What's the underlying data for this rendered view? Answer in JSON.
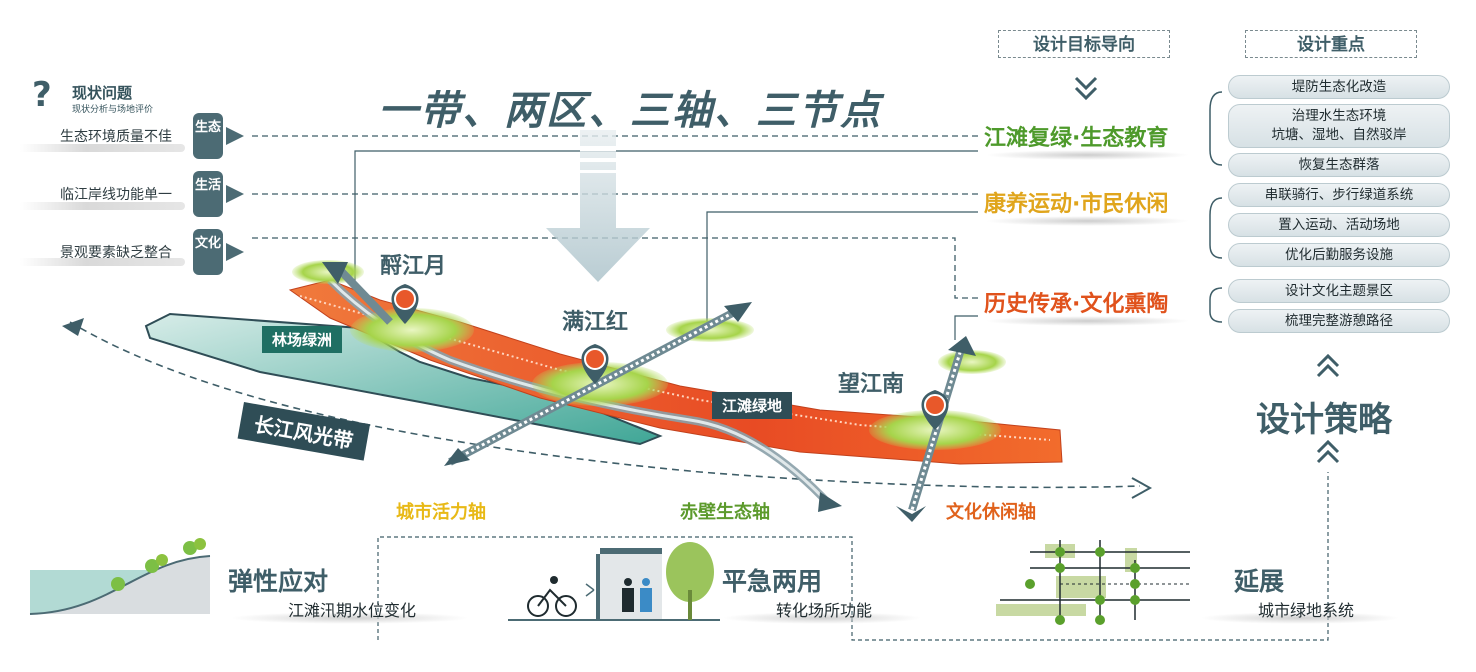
{
  "issues": {
    "title": "现状问题",
    "subtitle": "现状分析与场地评价",
    "items": [
      {
        "label": "生态环境质量不佳",
        "tag": "生态"
      },
      {
        "label": "临江岸线功能单一",
        "tag": "生活"
      },
      {
        "label": "景观要素缺乏整合",
        "tag": "文化"
      }
    ]
  },
  "main_title": "一带、两区、三轴、三节点",
  "goals": {
    "header": "设计目标导向",
    "items": [
      {
        "label": "江滩复绿·生态教育",
        "color": "#4e9a2b"
      },
      {
        "label": "康养运动·市民休闲",
        "color": "#e0a51c"
      },
      {
        "label": "历史传承·文化熏陶",
        "color": "#e0521c"
      }
    ]
  },
  "strategies": {
    "header": "设计重点",
    "items": [
      "堤防生态化改造",
      "治理水生态环境",
      "坑塘、湿地、自然驳岸",
      "恢复生态群落",
      "串联骑行、步行绿道系统",
      "置入运动、活动场地",
      "优化后勤服务设施",
      "设计文化主题景区",
      "梳理完整游憩路径"
    ],
    "title": "设计策略"
  },
  "map": {
    "nodes": [
      "酹江月",
      "满江红",
      "望江南"
    ],
    "zones": [
      "林场绿洲",
      "江滩绿地"
    ],
    "band": "长江风光带",
    "axes": [
      {
        "label": "城市活力轴",
        "color": "#e8b916"
      },
      {
        "label": "赤壁生态轴",
        "color": "#5c9a2c"
      },
      {
        "label": "文化休闲轴",
        "color": "#e0621c"
      }
    ]
  },
  "bottom": [
    {
      "title": "弹性应对",
      "subtitle": "江滩汛期水位变化"
    },
    {
      "title": "平急两用",
      "subtitle": "转化场所功能"
    },
    {
      "title": "延展",
      "subtitle": "城市绿地系统"
    }
  ],
  "colors": {
    "primary": "#3f5e68",
    "tag_bg": "#4c6b74",
    "green": "#8cc23f",
    "orange": "#e8582a"
  }
}
